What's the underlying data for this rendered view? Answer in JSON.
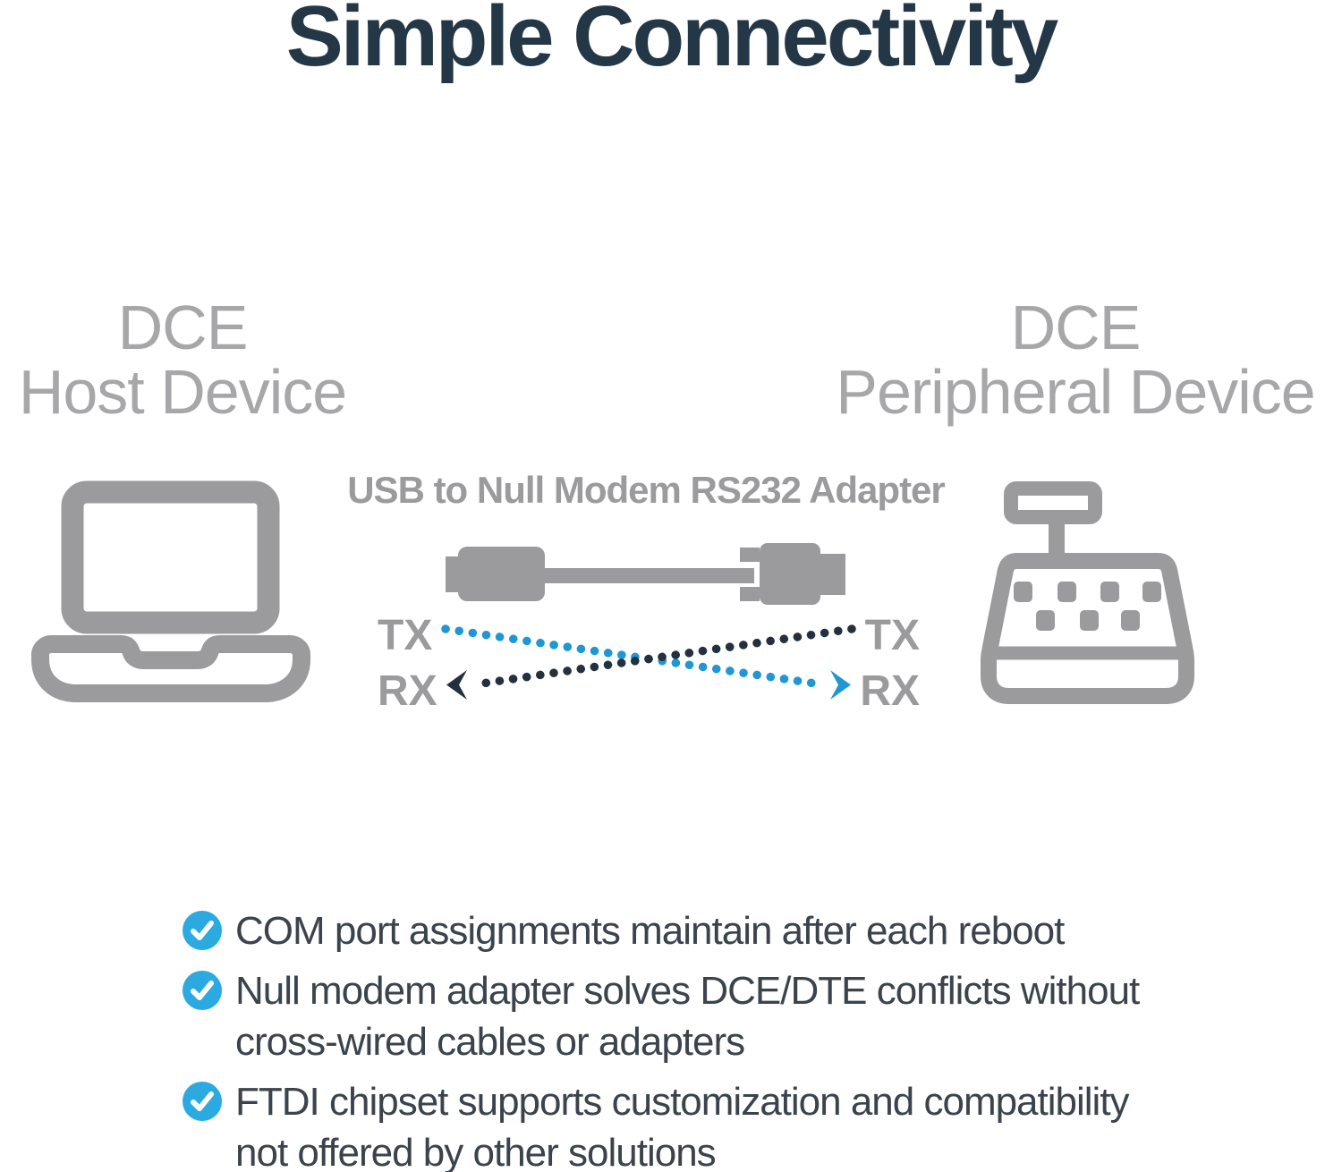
{
  "title": "Simple Connectivity",
  "diagram": {
    "host": {
      "line1": "DCE",
      "line2": "Host Device",
      "icon": "laptop"
    },
    "peripheral": {
      "line1": "DCE",
      "line2": "Peripheral Device",
      "icon": "cash-register"
    },
    "adapter_label": "USB to Null Modem RS232 Adapter",
    "signals": {
      "tx": "TX",
      "rx": "RX"
    },
    "crossover": {
      "host_tx_to_peripheral_rx": "blue dotted line, arrow into peripheral RX",
      "peripheral_tx_to_host_rx": "navy dotted line, arrow into host RX"
    }
  },
  "features": [
    {
      "text": "COM port assignments maintain after each reboot"
    },
    {
      "text": "Null modem adapter solves DCE/DTE conflicts without cross-wired cables or adapters"
    },
    {
      "text": "FTDI chipset supports customization and compatibility not offered by other solutions"
    }
  ],
  "colors": {
    "title_navy": "#233747",
    "label_gray": "#a7a7a9",
    "diagram_gray": "#9b9b9d",
    "line_blue": "#2097d4",
    "line_navy": "#23303e",
    "check_blue": "#2ba9e1",
    "body_text": "#3b434d",
    "background": "#ffffff"
  }
}
